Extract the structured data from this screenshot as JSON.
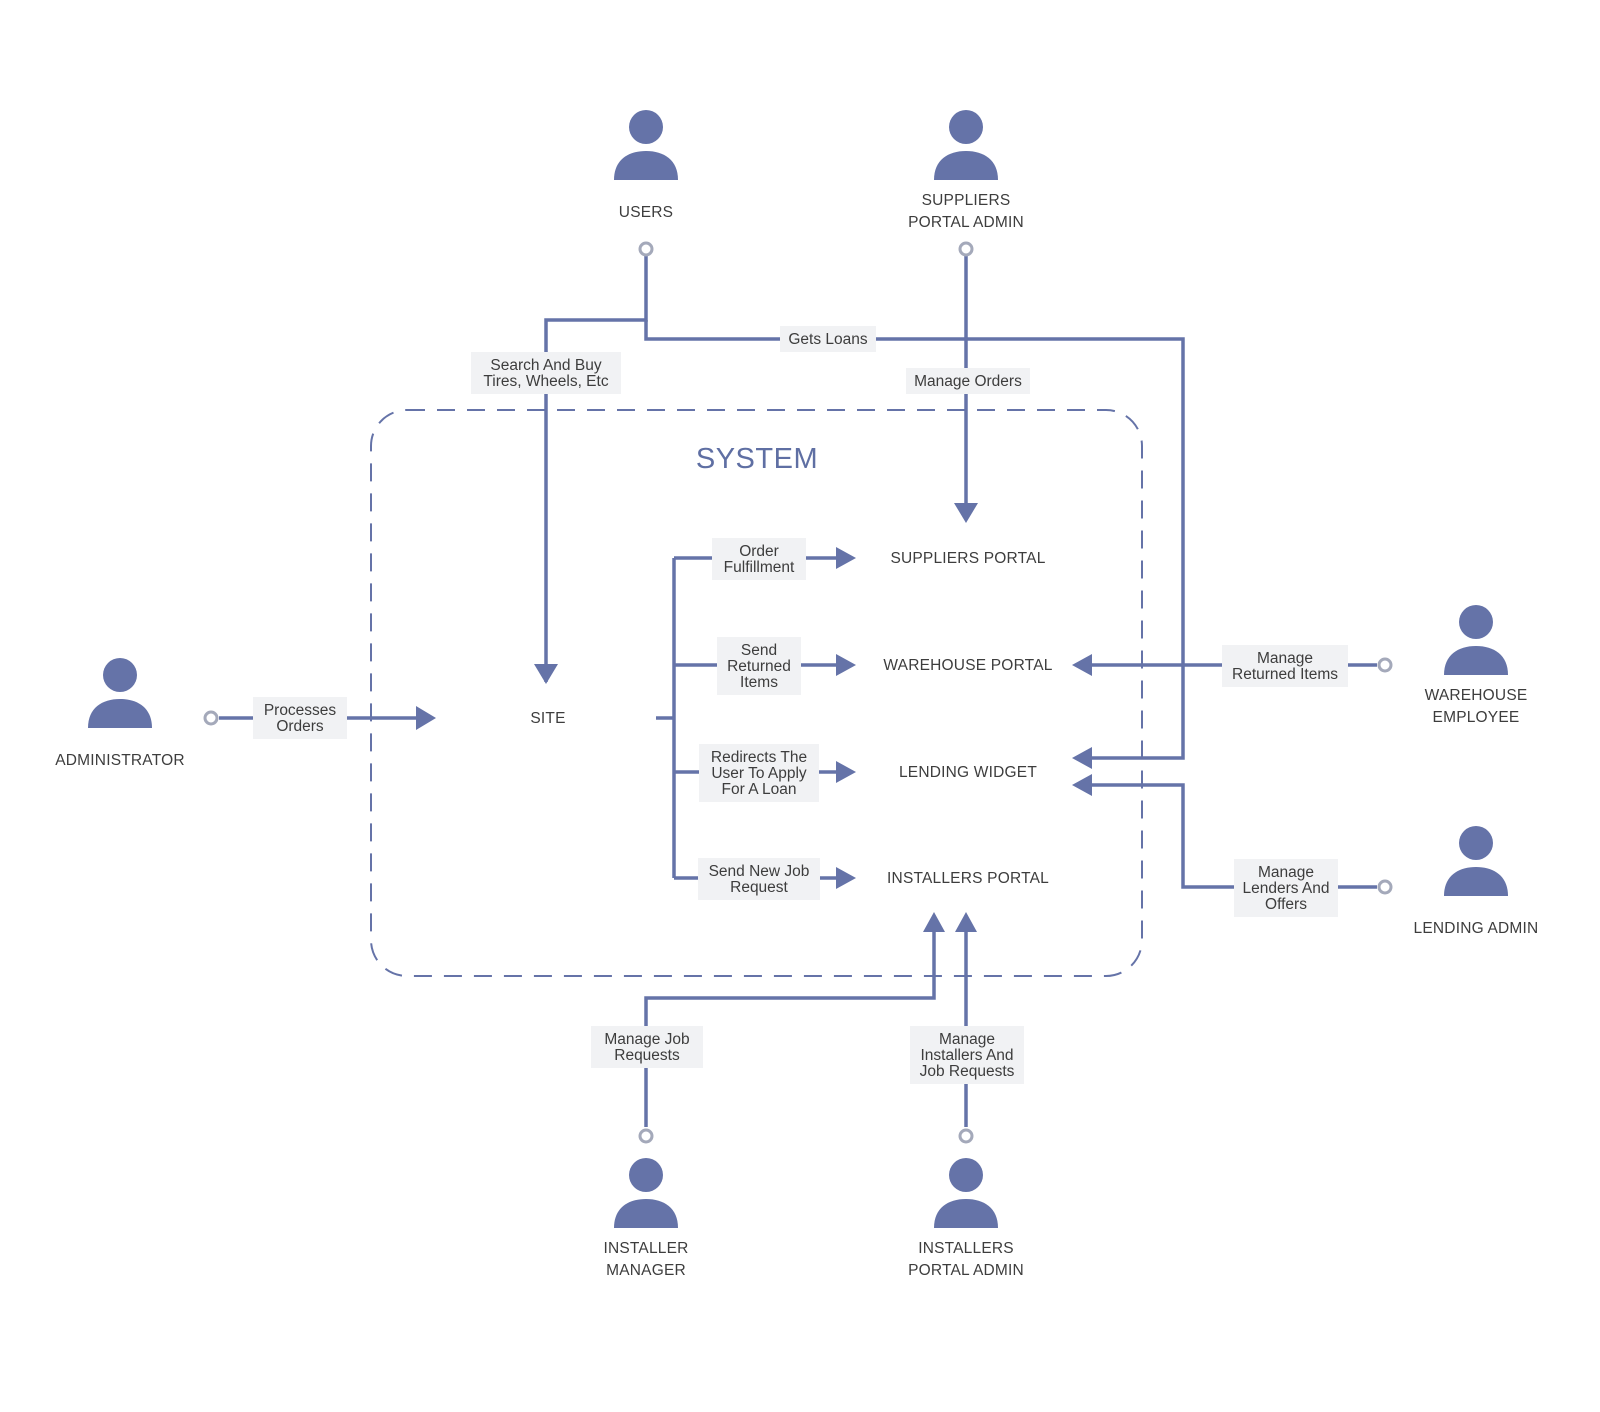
{
  "system": {
    "title": "SYSTEM"
  },
  "actors": {
    "users": {
      "lines": [
        "USERS"
      ]
    },
    "suppliers_admin": {
      "lines": [
        "SUPPLIERS",
        "PORTAL ADMIN"
      ]
    },
    "administrator": {
      "lines": [
        "ADMINISTRATOR"
      ]
    },
    "warehouse_employee": {
      "lines": [
        "WAREHOUSE",
        "EMPLOYEE"
      ]
    },
    "lending_admin": {
      "lines": [
        "LENDING ADMIN"
      ]
    },
    "installer_manager": {
      "lines": [
        "INSTALLER",
        "MANAGER"
      ]
    },
    "installers_admin": {
      "lines": [
        "INSTALLERS",
        "PORTAL ADMIN"
      ]
    }
  },
  "nodes": {
    "site": "SITE",
    "suppliers_portal": "SUPPLIERS PORTAL",
    "warehouse_portal": "WAREHOUSE PORTAL",
    "lending_widget": "LENDING WIDGET",
    "installers_portal": "INSTALLERS PORTAL"
  },
  "edges": {
    "search_buy": {
      "lines": [
        "Search And Buy",
        "Tires, Wheels, Etc"
      ]
    },
    "gets_loans": {
      "lines": [
        "Gets Loans"
      ]
    },
    "manage_orders": {
      "lines": [
        "Manage Orders"
      ]
    },
    "processes_orders": {
      "lines": [
        "Processes",
        "Orders"
      ]
    },
    "order_fulfillment": {
      "lines": [
        "Order",
        "Fulfillment"
      ]
    },
    "send_returned": {
      "lines": [
        "Send",
        "Returned",
        "Items"
      ]
    },
    "redirects_loan": {
      "lines": [
        "Redirects The",
        "User To Apply",
        "For A Loan"
      ]
    },
    "send_job": {
      "lines": [
        "Send New Job",
        "Request"
      ]
    },
    "manage_returned": {
      "lines": [
        "Manage",
        "Returned Items"
      ]
    },
    "manage_lenders": {
      "lines": [
        "Manage",
        "Lenders And",
        "Offers"
      ]
    },
    "manage_job_requests": {
      "lines": [
        "Manage Job",
        "Requests"
      ]
    },
    "manage_installers": {
      "lines": [
        "Manage",
        "Installers And",
        "Job Requests"
      ]
    }
  },
  "colors": {
    "accent": "#6573a8",
    "connector_dot": "#a4a9ba",
    "label_bg": "#f1f2f4",
    "text": "#3d3d3d"
  }
}
